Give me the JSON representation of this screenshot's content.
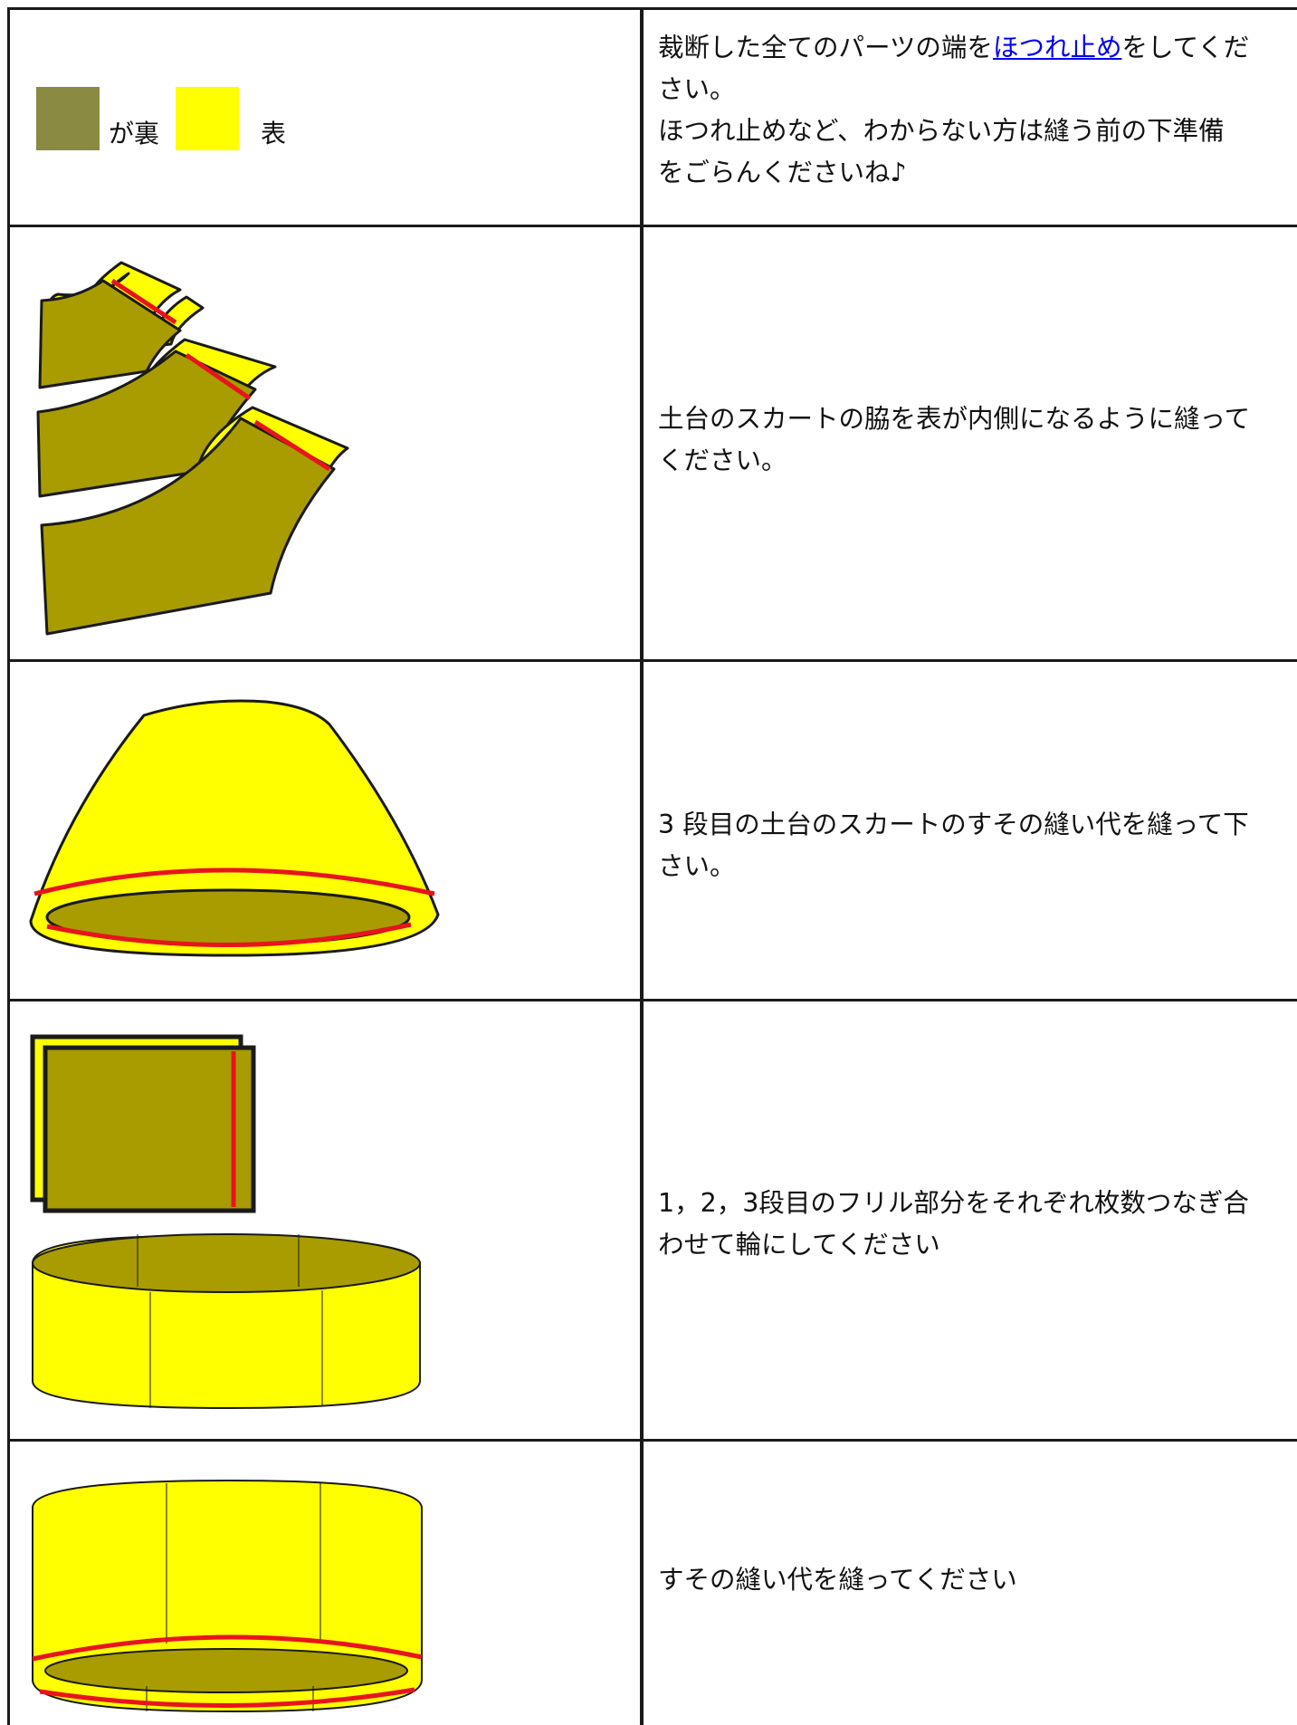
{
  "legend": {
    "back_color": "#8b8a43",
    "front_color": "#ffff00",
    "back_label": "が裏",
    "front_label": "表"
  },
  "steps": [
    {
      "lines": [
        {
          "pre": "裁断した全てのパーツの端を",
          "link": "ほつれ止め",
          "post": "をしてくだ"
        },
        {
          "text": "さい。"
        },
        {
          "text": "ほつれ止めなど、わからない方は縫う前の下準備"
        },
        {
          "text": "をごらんくださいね♪"
        }
      ]
    },
    {
      "lines": [
        {
          "text": "土台のスカートの脇を表が内側になるように縫って"
        },
        {
          "text": "ください。"
        }
      ]
    },
    {
      "lines": [
        {
          "text": "3 段目の土台のスカートのすその縫い代を縫って下"
        },
        {
          "text": "さい。"
        }
      ]
    },
    {
      "lines": [
        {
          "text": "1，2，3段目のフリル部分をそれぞれ枚数つなぎ合"
        },
        {
          "text": "わせて輪にしてください"
        }
      ]
    },
    {
      "lines": [
        {
          "text": "すその縫い代を縫ってください"
        }
      ]
    }
  ],
  "colors": {
    "fabric_back": "#a89c00",
    "fabric_front": "#ffff00",
    "stitch": "#e8141c",
    "outline": "#1a1a1a"
  },
  "illustrations": [
    "skirt-side-seams",
    "skirt-hem-dome",
    "frill-rectangles-ring",
    "ring-hem"
  ]
}
